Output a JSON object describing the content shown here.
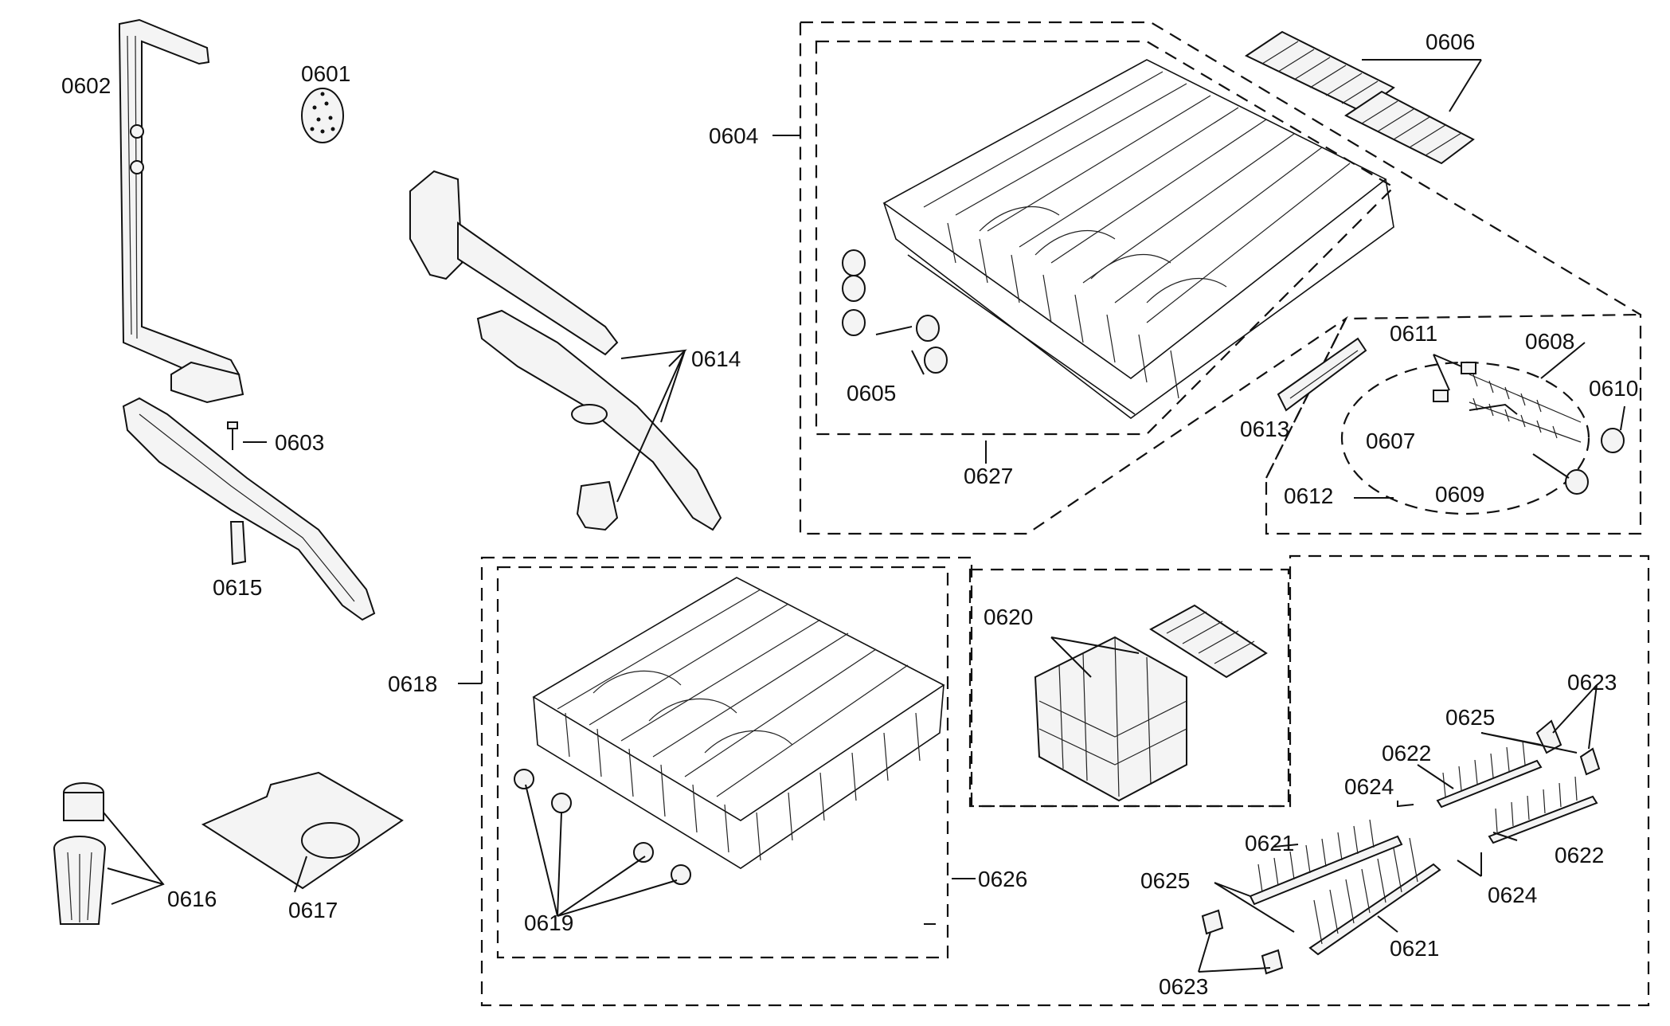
{
  "labels": {
    "p0601": "0601",
    "p0602": "0602",
    "p0603": "0603",
    "p0604": "0604",
    "p0605": "0605",
    "p0606": "0606",
    "p0607": "0607",
    "p0608": "0608",
    "p0609": "0609",
    "p0610": "0610",
    "p0611": "0611",
    "p0612": "0612",
    "p0613": "0613",
    "p0614": "0614",
    "p0615": "0615",
    "p0616": "0616",
    "p0617": "0617",
    "p0618": "0618",
    "p0619": "0619",
    "p0620": "0620",
    "p0621a": "0621",
    "p0621b": "0621",
    "p0622a": "0622",
    "p0622b": "0622",
    "p0623a": "0623",
    "p0623b": "0623",
    "p0624a": "0624",
    "p0624b": "0624",
    "p0625a": "0625",
    "p0625b": "0625",
    "p0626": "0626",
    "p0627": "0627"
  }
}
